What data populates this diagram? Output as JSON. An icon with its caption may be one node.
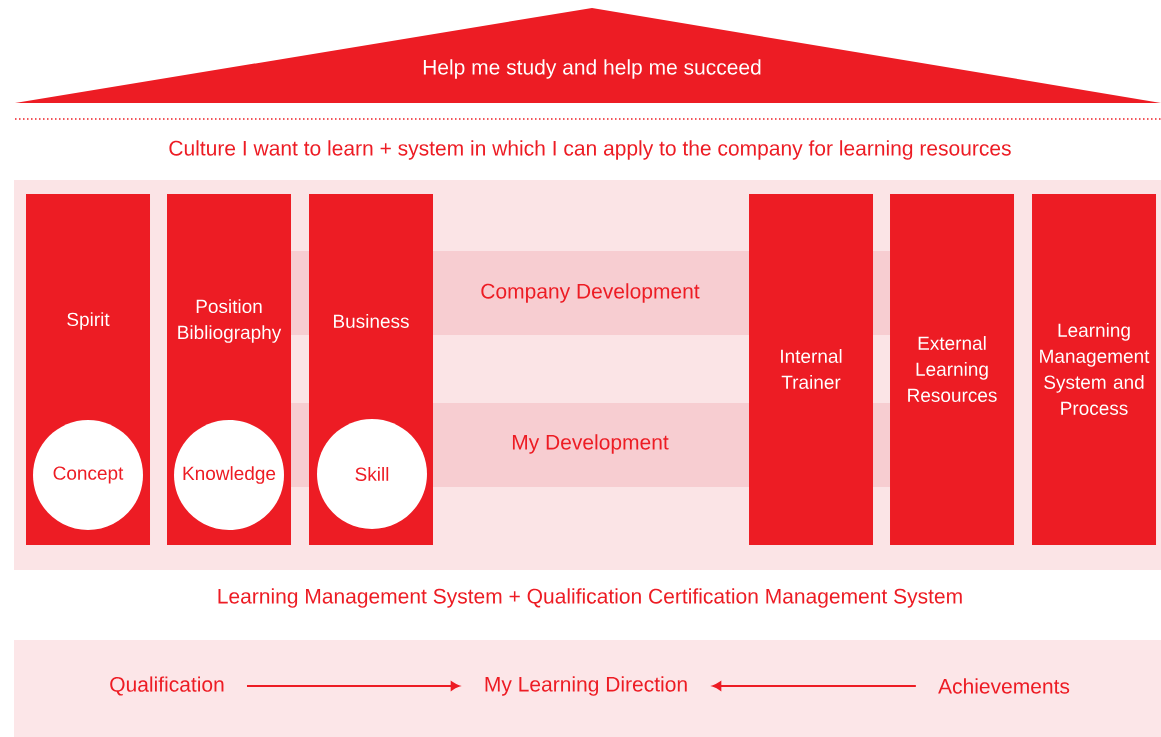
{
  "diagram": {
    "nodes": [
      {
        "text": [
          "Help me study and help me succeed"
        ]
      },
      {
        "text": [],
        "shape": "box"
      },
      {
        "text": [
          "Spirit"
        ],
        "in": 1
      },
      {
        "text": [
          "Concept"
        ],
        "in": 2
      },
      {
        "text": [
          "Position Bibliography"
        ],
        "in": 1
      },
      {
        "text": [
          "Knowledge"
        ],
        "in": 4
      },
      {
        "text": [
          "Business"
        ],
        "in": 1
      },
      {
        "text": [
          "Skill"
        ],
        "in": 6
      },
      {
        "text": [
          "Company Development"
        ],
        "in": 1
      },
      {
        "text": [
          "My Development"
        ],
        "in": 1
      },
      {
        "text": [
          "Internal Trainer"
        ],
        "in": 1
      },
      {
        "text": [
          "External Learning Resources"
        ],
        "in": 1
      },
      {
        "text": [
          "Learning Management System and Process"
        ],
        "in": 1
      },
      {
        "text": [],
        "shape": "box"
      },
      {
        "text": [
          "Qualification"
        ],
        "in": 13
      },
      {
        "text": [
          "My Learning Direction"
        ],
        "in": 13
      },
      {
        "text": [
          "Achievements"
        ],
        "in": 13
      }
    ],
    "edges": [
      {
        "from": 14,
        "to": 15,
        "arrow": "to"
      },
      {
        "from": 16,
        "to": 15,
        "arrow": "to"
      }
    ],
    "labels": [
      "Culture I want to learn + system in which I can apply to the company for learning resources",
      "Learning Management System + Qualification Certification Management System"
    ]
  }
}
